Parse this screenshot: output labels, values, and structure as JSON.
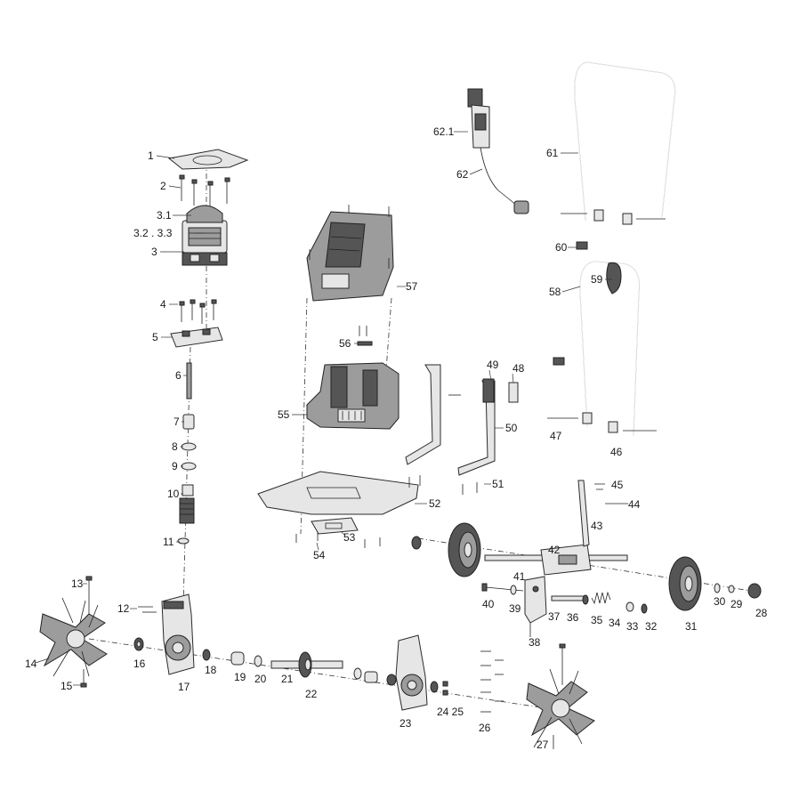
{
  "labels": {
    "l1": "1",
    "l2": "2",
    "l3_1": "3.1",
    "l3_2": "3.2 . 3.3",
    "l3": "3",
    "l4": "4",
    "l5": "5",
    "l6": "6",
    "l7": "7",
    "l8": "8",
    "l9": "9",
    "l10": "10",
    "l11": "11",
    "l12": "12",
    "l13": "13",
    "l14": "14",
    "l15": "15",
    "l16": "16",
    "l17": "17",
    "l18": "18",
    "l19": "19",
    "l20": "20",
    "l21": "21",
    "l22": "22",
    "l23": "23",
    "l24_25": "24 25",
    "l26": "26",
    "l27": "27",
    "l28": "28",
    "l29": "29",
    "l30": "30",
    "l31": "31",
    "l32": "32",
    "l33": "33",
    "l34": "34",
    "l35": "35",
    "l36": "36",
    "l37": "37",
    "l38": "38",
    "l39": "39",
    "l40": "40",
    "l41": "41",
    "l42": "42",
    "l43": "43",
    "l44": "44",
    "l45": "45",
    "l46": "46",
    "l47": "47",
    "l48": "48",
    "l49": "49",
    "l50": "50",
    "l51": "51",
    "l52": "52",
    "l53": "53",
    "l54": "54",
    "l55": "55",
    "l56": "56",
    "l57": "57",
    "l58": "58",
    "l59": "59",
    "l60": "60",
    "l61": "61",
    "l62": "62",
    "l62_1": "62.1"
  }
}
